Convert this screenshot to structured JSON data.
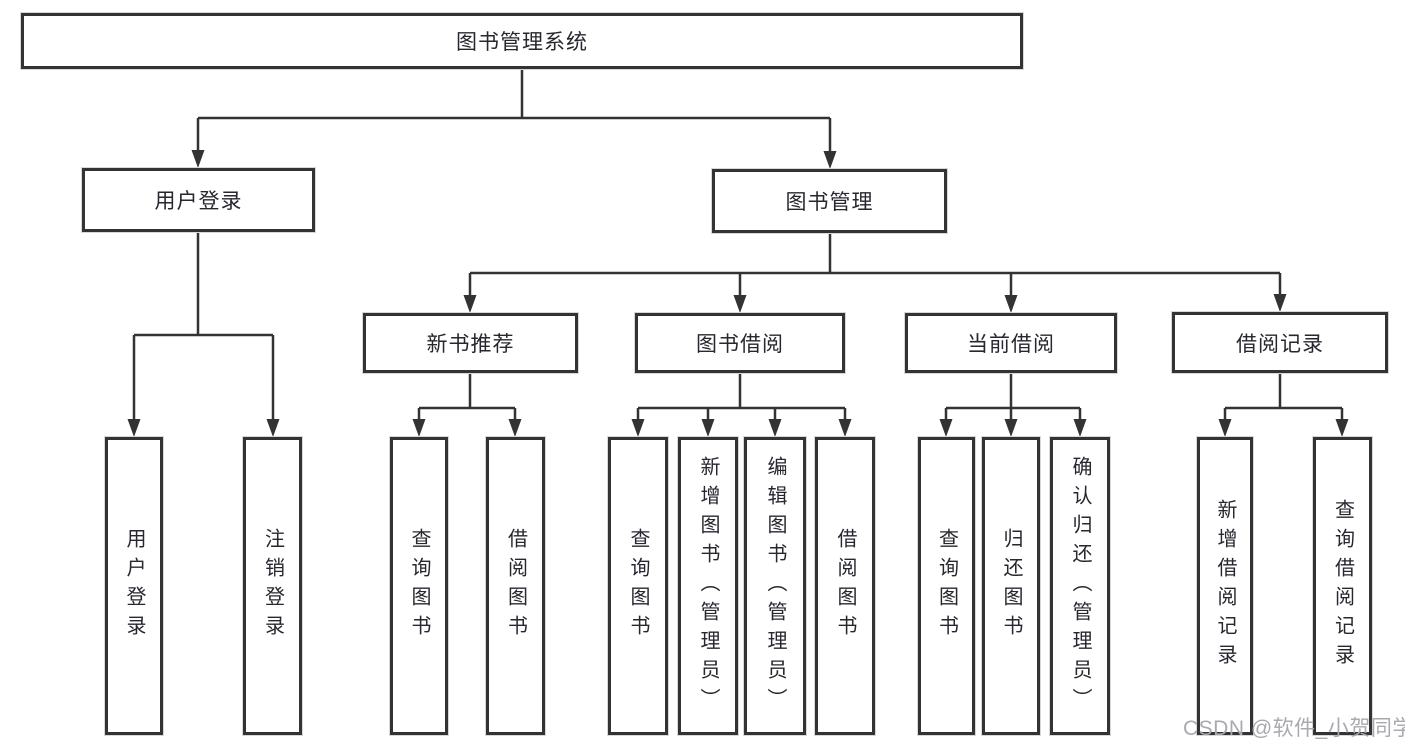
{
  "tree": {
    "root": {
      "label": "图书管理系统"
    },
    "branches": [
      {
        "label": "用户登录",
        "children": [
          {
            "label": "用户登录"
          },
          {
            "label": "注销登录"
          }
        ]
      },
      {
        "label": "图书管理",
        "children": [
          {
            "label": "新书推荐",
            "children": [
              {
                "label": "查询图书"
              },
              {
                "label": "借阅图书"
              }
            ]
          },
          {
            "label": "图书借阅",
            "children": [
              {
                "label": "查询图书"
              },
              {
                "label": "新增图书（管理员）"
              },
              {
                "label": "编辑图书（管理员）"
              },
              {
                "label": "借阅图书"
              }
            ]
          },
          {
            "label": "当前借阅",
            "children": [
              {
                "label": "查询图书"
              },
              {
                "label": "归还图书"
              },
              {
                "label": "确认归还（管理员）"
              }
            ]
          },
          {
            "label": "借阅记录",
            "children": [
              {
                "label": "新增借阅记录"
              },
              {
                "label": "查询借阅记录"
              }
            ]
          }
        ]
      }
    ]
  },
  "watermark": {
    "text": "CSDN @软件_小贺同学"
  },
  "colors": {
    "line": "#333333",
    "box_border": "#333333",
    "text": "#27272f",
    "background": "#ffffff",
    "watermark": "#a9a9b0"
  }
}
